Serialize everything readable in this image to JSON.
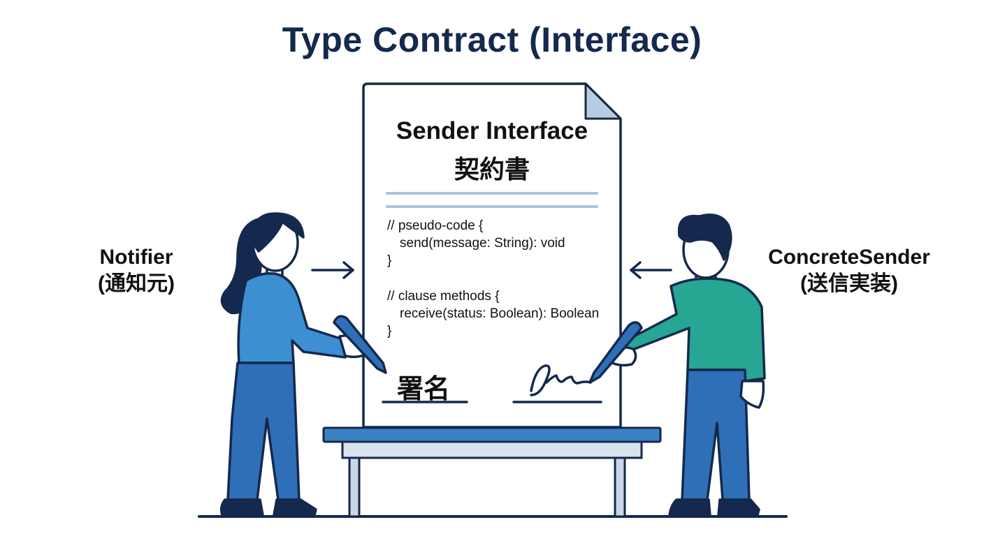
{
  "title": "Type Contract (Interface)",
  "document": {
    "title": "Sender Interface",
    "subtitle": "契約書",
    "code_lines": [
      {
        "text": "// pseudo-code {",
        "indent": false
      },
      {
        "text": "send(message: String): void",
        "indent": true
      },
      {
        "text": "}",
        "indent": false
      },
      {
        "text": "// clause methods {",
        "indent": false
      },
      {
        "text": "receive(status: Boolean): Boolean",
        "indent": true
      },
      {
        "text": "}",
        "indent": false
      }
    ],
    "signature_label": "署名"
  },
  "left_party": {
    "name": "Notifier",
    "role": "(通知元)"
  },
  "right_party": {
    "name": "ConcreteSender",
    "role": "(送信実装)"
  },
  "colors": {
    "navy": "#14294d",
    "blue": "#2f6fb8",
    "light_blue": "#3c8fd0",
    "teal": "#27a693",
    "table_top": "#3b82c4",
    "paper_fold": "#b8cce0"
  }
}
